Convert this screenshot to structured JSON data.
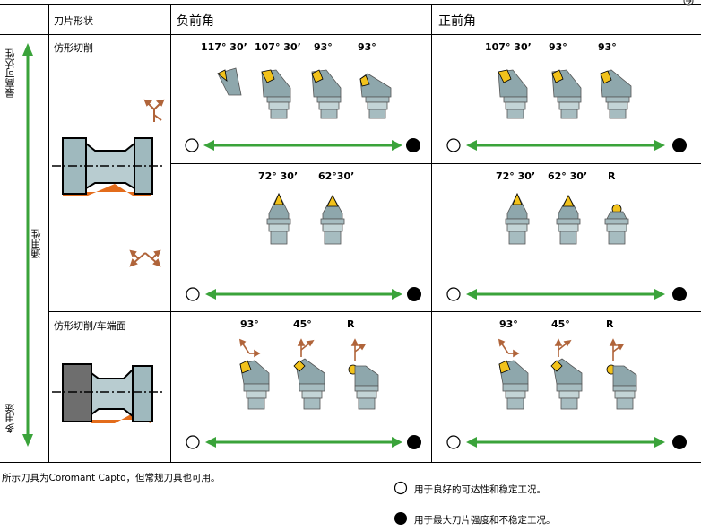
{
  "header": {
    "insert_shape": "刀片形状",
    "negative_rake": "负前角",
    "positive_rake": "正前角"
  },
  "side_axis": {
    "top_label": "最高可达性",
    "middle_label": "通用性",
    "bottom_label": "多用途"
  },
  "rows": [
    {
      "operation": "仿形切削",
      "negative_angles_top": [
        "117° 30’",
        "107° 30’",
        "93°",
        "93°"
      ],
      "positive_angles_top": [
        "107° 30’",
        "93°",
        "93°"
      ],
      "negative_angles_bottom": [
        "72° 30’",
        "62°30’"
      ],
      "positive_angles_bottom": [
        "72° 30’",
        "62° 30’",
        "R"
      ]
    },
    {
      "operation": "仿形切削/车端面",
      "negative_angles": [
        "93°",
        "45°",
        "R"
      ],
      "positive_angles": [
        "93°",
        "45°",
        "R"
      ]
    }
  ],
  "footer": {
    "note": "所示刀具为Coromant Capto，但常规刀具也可用。",
    "legend_open": "用于良好的可达性和稳定工况。",
    "legend_filled": "用于最大刀片强度和不稳定工况。"
  },
  "colors": {
    "green_arrow": "#3aa33a",
    "tool_body": "#8ea7ac",
    "insert_yellow": "#f2c21b",
    "workpiece_orange": "#e36c1b",
    "arrow_brown": "#b0643a"
  }
}
